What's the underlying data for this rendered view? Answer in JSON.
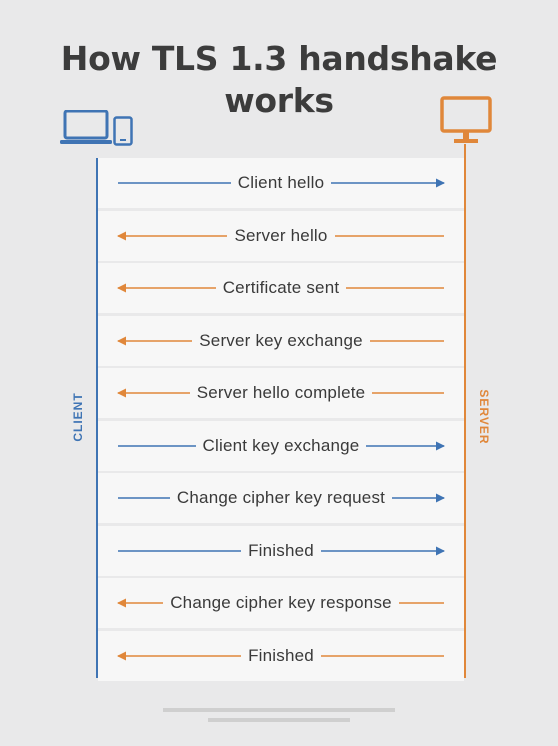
{
  "title_lines": [
    "How TLS 1.3 handshake",
    "works"
  ],
  "client_label": "CLIENT",
  "server_label": "SERVER",
  "colors": {
    "client": "#3f74b4",
    "server": "#e0873a",
    "text": "#3a3a3a",
    "title": "#3c3c3c"
  },
  "icons": {
    "client": [
      "laptop-icon",
      "phone-icon"
    ],
    "server": "monitor-icon"
  },
  "steps": [
    {
      "label": "Client hello",
      "direction": "to_server"
    },
    {
      "label": "Server hello",
      "direction": "to_client"
    },
    {
      "label": "Certificate sent",
      "direction": "to_client"
    },
    {
      "label": "Server key exchange",
      "direction": "to_client"
    },
    {
      "label": "Server hello complete",
      "direction": "to_client"
    },
    {
      "label": "Client key exchange",
      "direction": "to_server"
    },
    {
      "label": "Change cipher key request",
      "direction": "to_server"
    },
    {
      "label": "Finished",
      "direction": "to_server"
    },
    {
      "label": "Change cipher key response",
      "direction": "to_client"
    },
    {
      "label": "Finished",
      "direction": "to_client"
    }
  ]
}
